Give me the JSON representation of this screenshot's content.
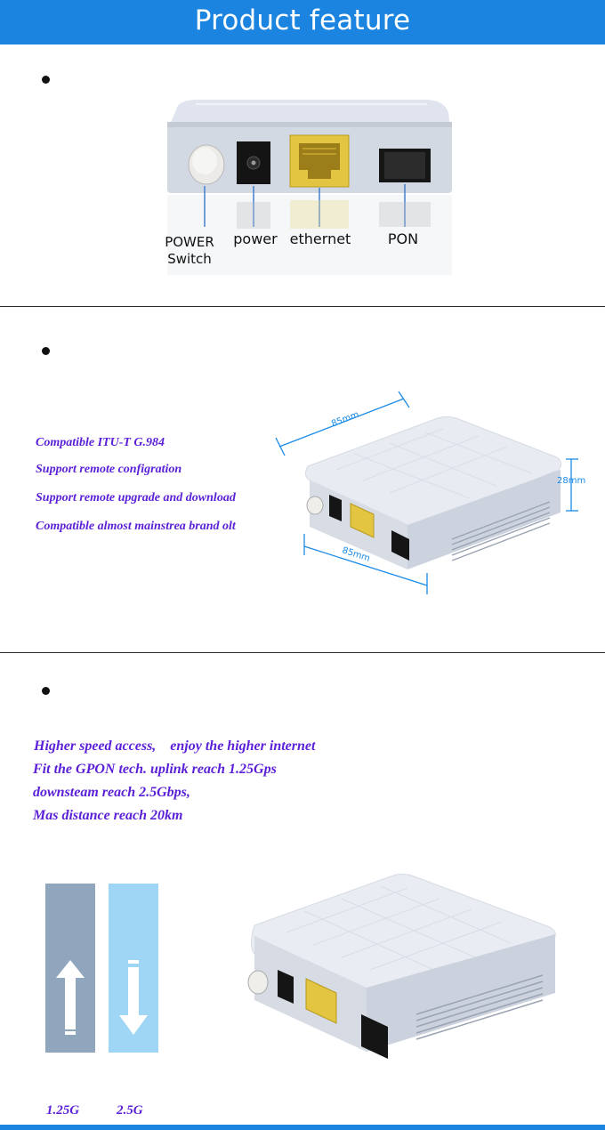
{
  "header": {
    "title": "Product feature"
  },
  "section1": {
    "labels": {
      "power_switch_line1": "POWER",
      "power_switch_line2": "Switch",
      "power": "power",
      "ethernet": "ethernet",
      "pon": "PON"
    }
  },
  "section2": {
    "features": [
      "Compatible ITU-T G.984",
      "Support remote configration",
      "Support remote upgrade and download",
      "Compatible almost mainstrea brand olt"
    ],
    "dimensions": {
      "width": "85mm",
      "depth": "85mm",
      "height": "28mm"
    }
  },
  "section3": {
    "lines": [
      "Higher speed access,　enjoy the higher internet",
      "Fit the GPON tech. uplink reach 1.25Gps",
      "downsteam reach 2.5Gbps,",
      "Mas distance reach 20km"
    ],
    "speeds": {
      "uplink": "1.25G",
      "downlink": "2.5G"
    }
  },
  "colors": {
    "header_bg": "#1a84e0",
    "feature_text": "#5a1fd6",
    "dimension_lines": "#1a8ae6",
    "uplink_bar": "#8fa6bd",
    "downlink_bar": "#9fd6f5"
  }
}
